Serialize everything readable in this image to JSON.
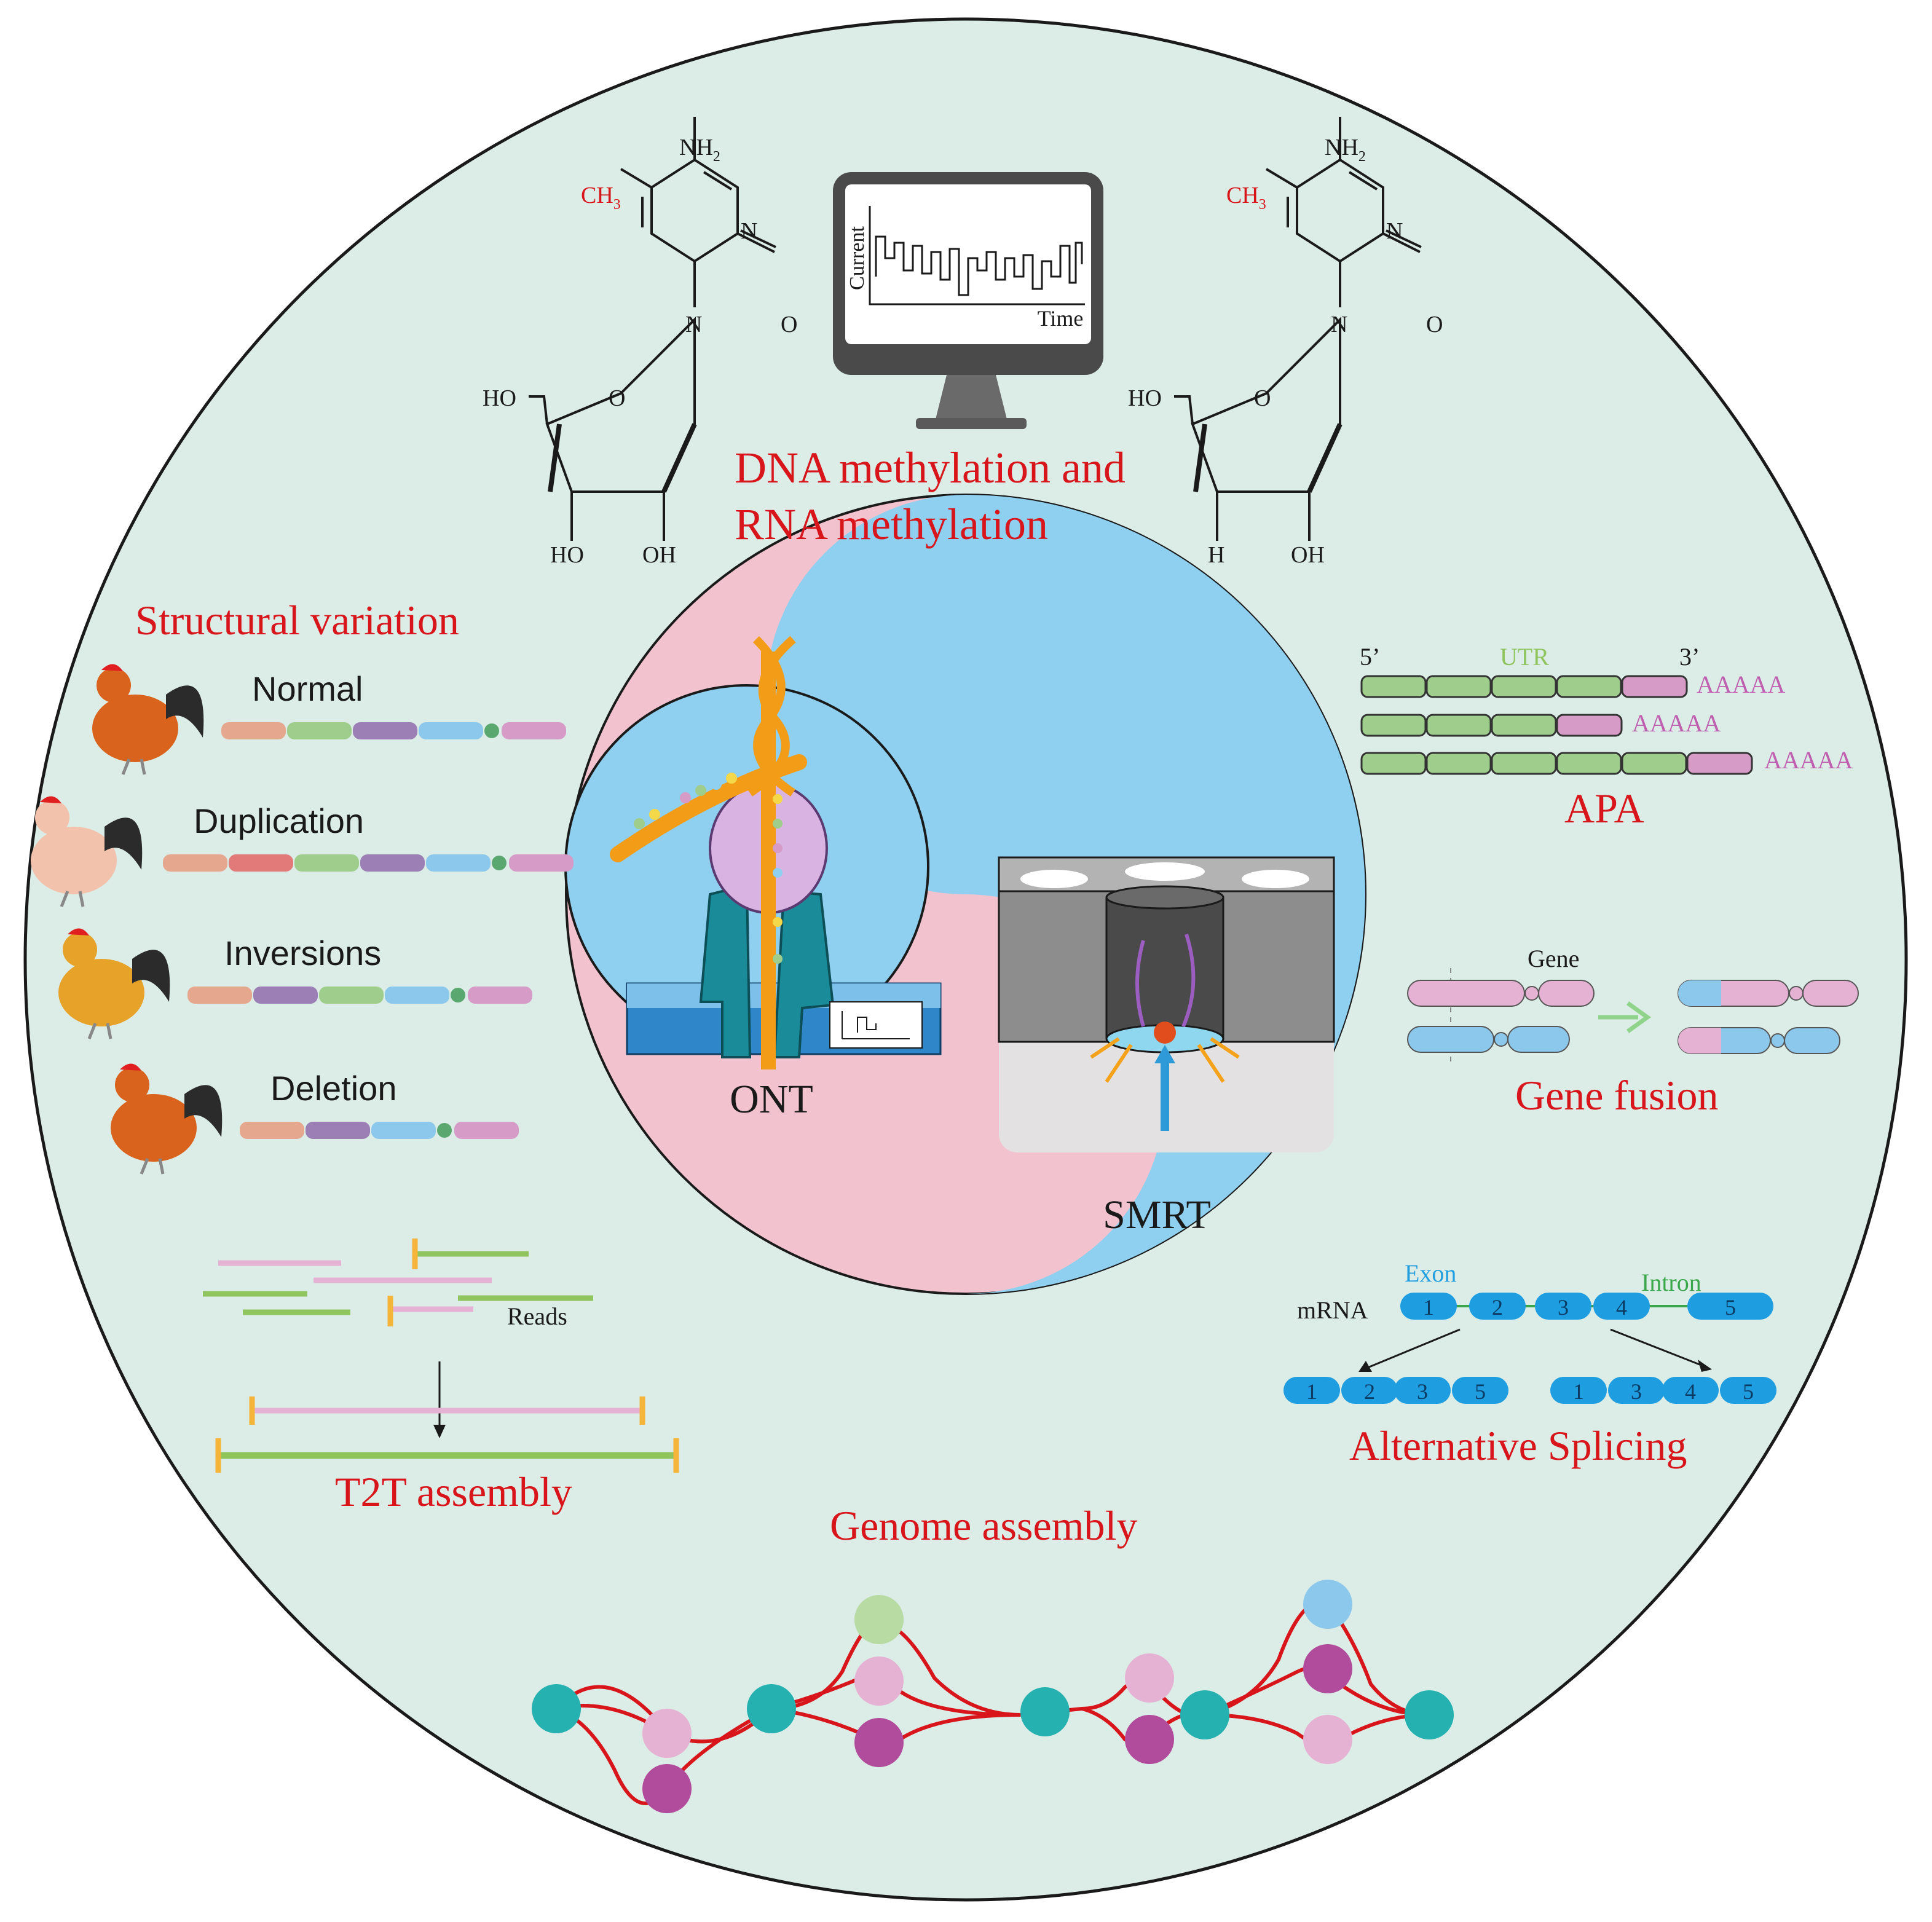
{
  "colors": {
    "background_circle": "#dcece6",
    "ont_blue": "#8fcfef",
    "smrt_pink": "#f2c3cf",
    "title_red": "#d8151b",
    "green_seg": "#9fce8c",
    "pink_seg": "#d69bc6",
    "blue_seg": "#8cc8ec",
    "purple_seg": "#9b7fb5",
    "salmon_seg": "#e6a78f",
    "red_seg": "#e27a7a",
    "teal_node": "#26b1b1",
    "magenta_node": "#b14b9b",
    "light_pink_node": "#e6b2d4",
    "light_green_node": "#b7dba2",
    "light_blue_node": "#8cc8ec",
    "exon_blue": "#1e9ee0",
    "yellow_tick": "#f5b53a"
  },
  "methylation": {
    "title_line1": "DNA methylation and",
    "title_line2": "RNA methylation",
    "monitor": {
      "y_label": "Current",
      "x_label": "Time"
    },
    "left_molecule": {
      "nh2": "NH",
      "nh2_sub": "2",
      "ch3": "CH",
      "ch3_sub": "3",
      "n_top": "N",
      "n_bottom": "N",
      "o_carbonyl": "O",
      "o_ring": "O",
      "ho_top": "HO",
      "ho_bottom": "HO",
      "oh": "OH"
    },
    "right_molecule": {
      "nh2": "NH",
      "nh2_sub": "2",
      "ch3": "CH",
      "ch3_sub": "3",
      "n_top": "N",
      "n_bottom": "N",
      "o_carbonyl": "O",
      "o_ring": "O",
      "ho_top": "HO",
      "h_bottom": "H",
      "oh": "OH"
    }
  },
  "center": {
    "ont_label": "ONT",
    "smrt_label": "SMRT"
  },
  "structural_variation": {
    "title": "Structural variation",
    "rows": [
      {
        "label": "Normal",
        "segments": [
          "salmon_seg",
          "green_seg",
          "purple_seg",
          "blue_seg",
          "pink_seg"
        ]
      },
      {
        "label": "Duplication",
        "segments": [
          "salmon_seg",
          "red_seg",
          "green_seg",
          "purple_seg",
          "blue_seg",
          "pink_seg"
        ]
      },
      {
        "label": "Inversions",
        "segments": [
          "salmon_seg",
          "purple_seg",
          "green_seg",
          "blue_seg",
          "pink_seg"
        ]
      },
      {
        "label": "Deletion",
        "segments": [
          "salmon_seg",
          "purple_seg",
          "blue_seg",
          "pink_seg"
        ]
      }
    ]
  },
  "apa": {
    "title": "APA",
    "five_prime": "5’",
    "utr": "UTR",
    "three_prime": "3’",
    "poly_a": "AAAAA"
  },
  "gene_fusion": {
    "title": "Gene fusion",
    "gene_label": "Gene"
  },
  "t2t": {
    "title": "T2T assembly",
    "reads_label": "Reads"
  },
  "splicing": {
    "title": "Alternative Splicing",
    "mrna_label": "mRNA",
    "exon_label": "Exon",
    "intron_label": "Intron",
    "pre_mrna_exons": [
      "1",
      "2",
      "3",
      "4",
      "5"
    ],
    "isoform_a": [
      "1",
      "2",
      "3",
      "5"
    ],
    "isoform_b": [
      "1",
      "3",
      "4",
      "5"
    ]
  },
  "genome_assembly": {
    "title": "Genome assembly"
  }
}
